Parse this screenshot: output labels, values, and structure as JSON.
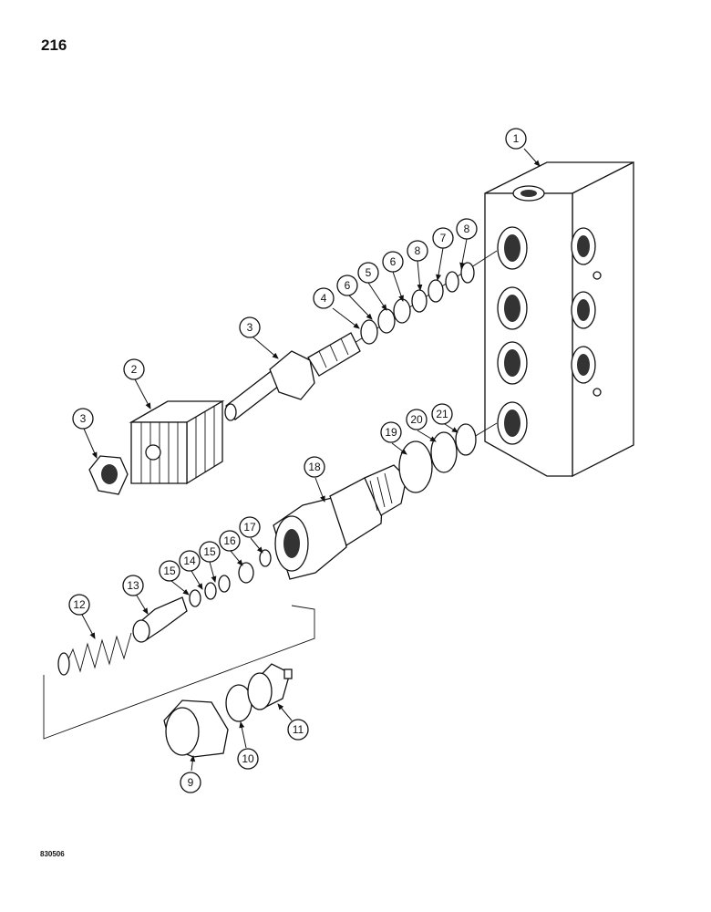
{
  "page": {
    "number": "216",
    "figure_code": "830506"
  },
  "callouts": [
    "1",
    "2",
    "3",
    "3",
    "4",
    "5",
    "6",
    "6",
    "7",
    "8",
    "8",
    "9",
    "10",
    "11",
    "12",
    "13",
    "14",
    "15",
    "15",
    "16",
    "17",
    "18",
    "19",
    "20",
    "21"
  ]
}
